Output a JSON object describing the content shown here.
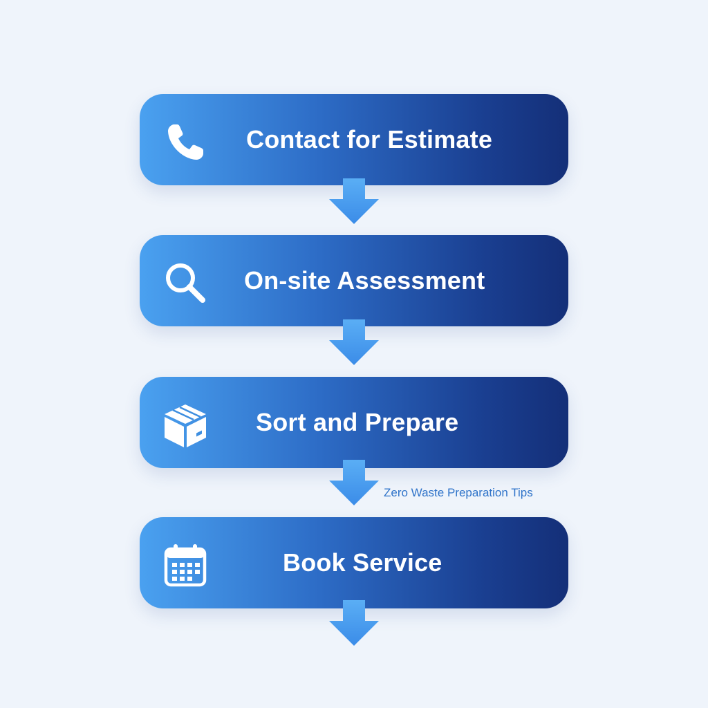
{
  "steps": [
    {
      "label": "Contact for Estimate",
      "icon": "phone-icon"
    },
    {
      "label": "On-site Assessment",
      "icon": "magnifier-icon"
    },
    {
      "label": "Sort and Prepare",
      "icon": "box-icon"
    },
    {
      "label": "Book Service",
      "icon": "calendar-icon"
    }
  ],
  "tip_link": "Zero Waste Preparation Tips",
  "colors": {
    "background": "#eff4fb",
    "gradient_start": "#4aa1f0",
    "gradient_end": "#142f78",
    "arrow": "#4a9cef",
    "link": "#2f73c9"
  }
}
